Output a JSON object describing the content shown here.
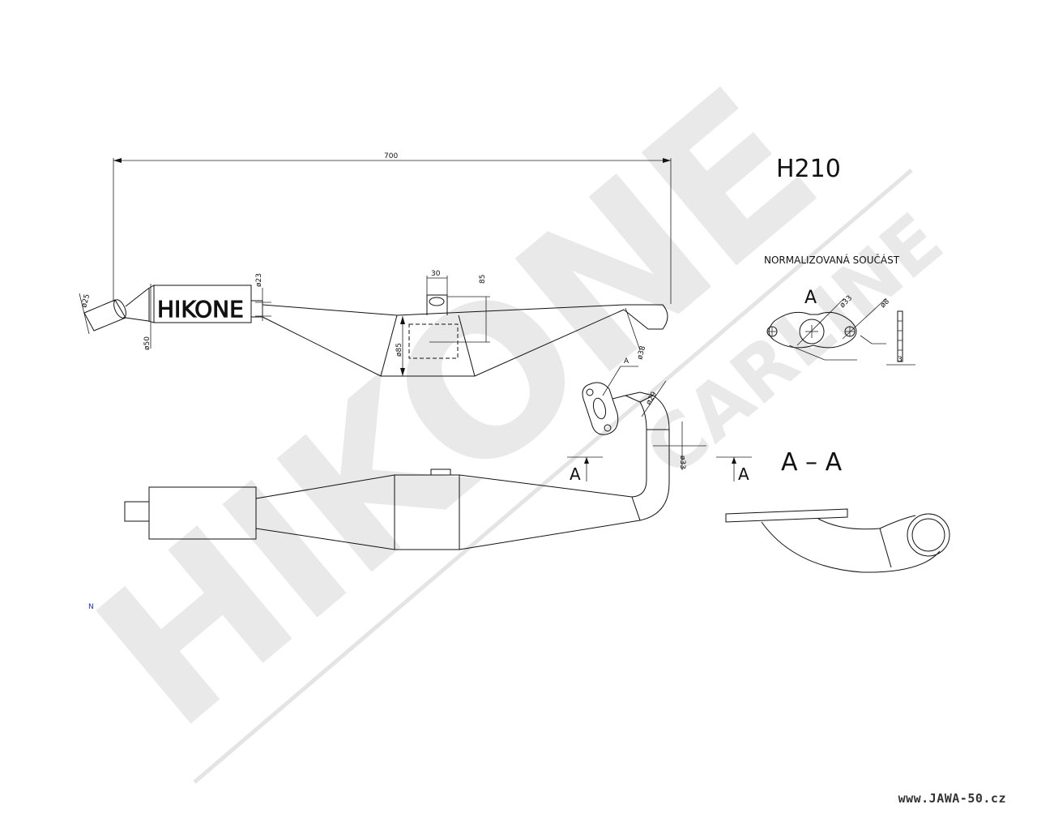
{
  "watermark": {
    "brand": "HIKONE",
    "sub": "CARLINE"
  },
  "title": "H210",
  "muffler_label": "HIKONE",
  "dimensions": {
    "length": "700",
    "d25": "ø25",
    "d50": "ø50",
    "d23": "ø23",
    "d85": "ø85",
    "w30": "30",
    "h85": "85",
    "d38": "ø38",
    "d29": "ø29",
    "d33_bend": "ø33",
    "d33_flange": "ø33",
    "d8": "ø8",
    "thk3": "3"
  },
  "flange": {
    "caption": "NORMALIZOVANÁ SOUČÁST",
    "view": "A"
  },
  "section": {
    "marker": "A",
    "left": "A",
    "right": "A",
    "title": "A – A"
  },
  "footer": {
    "site": "www.JAWA-50.cz"
  }
}
